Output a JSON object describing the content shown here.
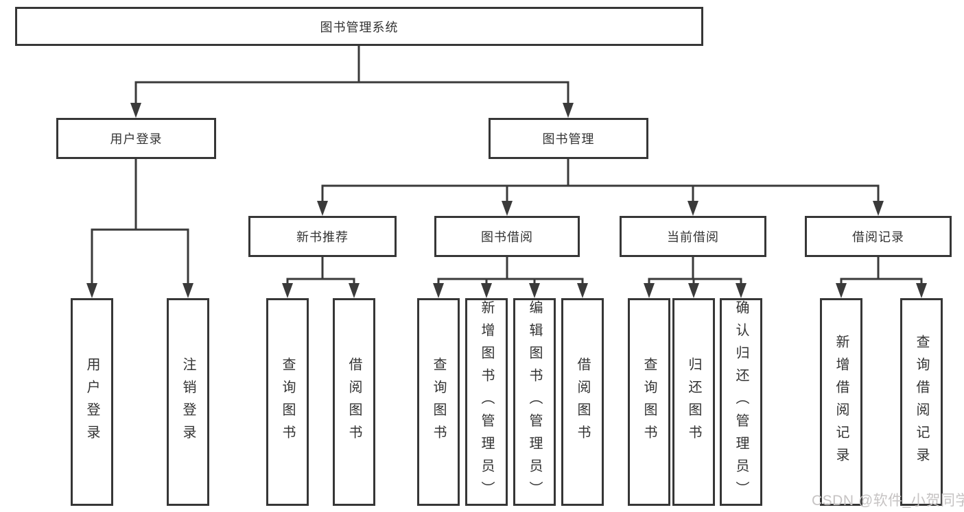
{
  "diagram": {
    "root": "图书管理系统",
    "user_login": {
      "label": "用户登录",
      "children": [
        "用户登录",
        "注销登录"
      ]
    },
    "book_mgmt": {
      "label": "图书管理",
      "groups": [
        {
          "label": "新书推荐",
          "children": [
            "查询图书",
            "借阅图书"
          ]
        },
        {
          "label": "图书借阅",
          "children": [
            "查询图书",
            "新增图书（管理员）",
            "编辑图书（管理员）",
            "借阅图书"
          ]
        },
        {
          "label": "当前借阅",
          "children": [
            "查询图书",
            "归还图书",
            "确认归还（管理员）"
          ]
        },
        {
          "label": "借阅记录",
          "children": [
            "新增借阅记录",
            "查询借阅记录"
          ]
        }
      ]
    },
    "colors": {
      "line": "#3a3a3a",
      "box_border": "#363636",
      "box_background": "#ffffff",
      "text": "#333333",
      "watermark": "#c6c3c3"
    }
  },
  "watermark": "CSDN @软件_小贺同学"
}
